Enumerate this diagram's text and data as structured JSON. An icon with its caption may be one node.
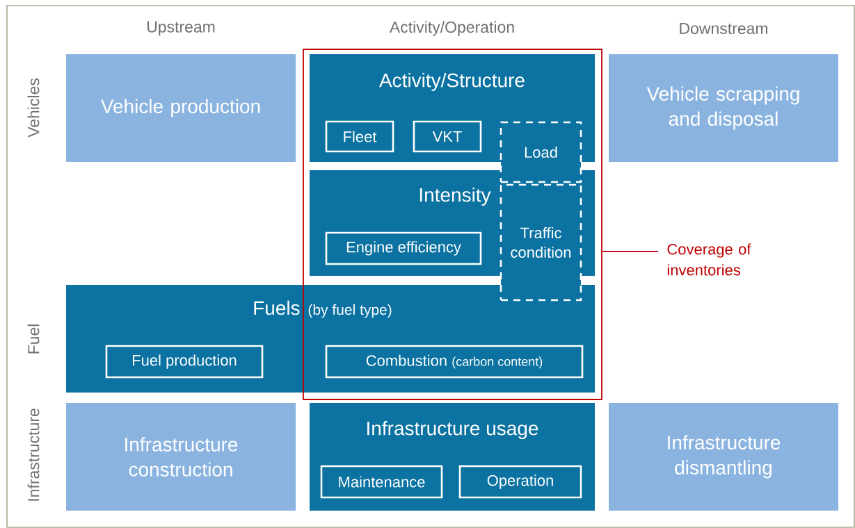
{
  "diagram": {
    "nodes": [
      {
        "text": [],
        "shape": "box"
      },
      {
        "text": [
          "Vehicle production"
        ]
      },
      {
        "text": [
          "Activity/Structure"
        ],
        "in": 0
      },
      {
        "text": [
          "Fleet"
        ],
        "in": 2
      },
      {
        "text": [
          "VKT"
        ],
        "in": 2
      },
      {
        "text": [
          "Load"
        ],
        "in": 0
      },
      {
        "text": [
          "Vehicle scrapping and disposal"
        ]
      },
      {
        "text": [
          "Intensity"
        ],
        "in": 0
      },
      {
        "text": [
          "Engine efficiency"
        ],
        "in": 7
      },
      {
        "text": [
          "Traffic condition"
        ],
        "in": 0
      },
      {
        "text": [
          "Coverage of inventories"
        ]
      },
      {
        "text": [
          "Fuels",
          "(by fuel type)"
        ]
      },
      {
        "text": [
          "Fuel production"
        ],
        "in": 11
      },
      {
        "text": [
          "Combustion",
          "(carbon content)"
        ]
      },
      {
        "text": [
          "Infrastructure construction"
        ]
      },
      {
        "text": [
          "Infrastructure usage"
        ]
      },
      {
        "text": [
          "Maintenance"
        ],
        "in": 15
      },
      {
        "text": [
          "Operation"
        ],
        "in": 15
      },
      {
        "text": [
          "Infrastructure dismantling"
        ]
      }
    ],
    "edges": [
      {
        "from": 10,
        "to": 0,
        "arrow": "none",
        "color": "#c8102e"
      }
    ],
    "labels": [
      "Upstream",
      "Activity/Operation",
      "Downstream",
      "Vehicles",
      "Fuel",
      "Infrastructure"
    ]
  }
}
